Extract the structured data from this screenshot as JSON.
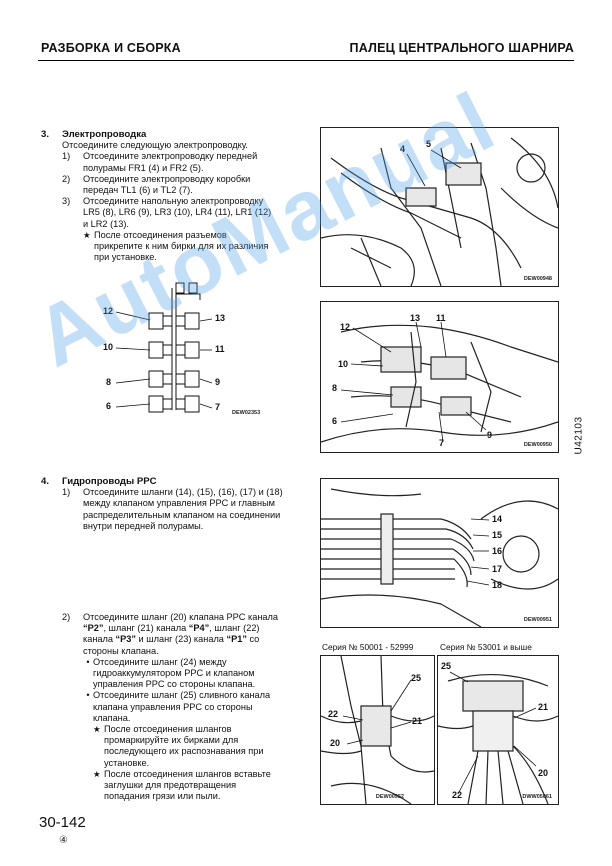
{
  "header": {
    "left": "РАЗБОРКА И СБОРКА",
    "right": "ПАЛЕЦ ЦЕНТРАЛЬНОГО ШАРНИРА"
  },
  "section3": {
    "number": "3.",
    "title": "Электропроводка",
    "intro": "Отсоедините следующую электропроводку.",
    "items": [
      {
        "num": "1)",
        "text": "Отсоедините электропроводку передней полурамы FR1 (4) и FR2 (5)."
      },
      {
        "num": "2)",
        "text": "Отсоедините электропроводку коробки передач TL1 (6) и TL2 (7)."
      },
      {
        "num": "3)",
        "text": "Отсоедините напольную электропроводку LR5 (8), LR6 (9), LR3 (10), LR4 (11), LR1 (12) и LR2 (13)."
      }
    ],
    "note": "После отсоединения разъемов прикрепите к ним бирки для их различия при установке."
  },
  "section4": {
    "number": "4.",
    "title": "Гидропроводы PPC",
    "item1": {
      "num": "1)",
      "text": "Отсоедините шланги (14), (15), (16), (17) и (18) между клапаном управления PPC и главным распределительным клапаном на соединении внутри передней полурамы."
    },
    "item2": {
      "num": "2)",
      "t1": "Отсоедините шланг (20) клапана PPC канала ",
      "p2": "“P2”",
      "t2": ", шланг (21) канала ",
      "p4": "“P4”",
      "t3": ", шланг (22) канала ",
      "p3": "“P3”",
      "t4": " и шланг (23) канала ",
      "p1": "“P1”",
      "t5": " со стороны клапана."
    },
    "bullets": [
      "Отсоедините шланг (24) между гидроаккумулятором PPC и клапаном управления PPC со стороны клапана.",
      "Отсоедините шланг (25) сливного канала клапана управления PPC со стороны клапана."
    ],
    "notes": [
      "После отсоединения шлангов промаркируйте их бирками для последующего их распознавания при установке.",
      "После отсоединения шлангов вставьте заглушки для предотвращения попадания грязи или пыли."
    ]
  },
  "figures": {
    "fig1": {
      "code": "DEW00948",
      "labels": [
        "4",
        "5"
      ]
    },
    "diagram": {
      "code": "DEW02353",
      "labels": [
        "12",
        "13",
        "10",
        "11",
        "8",
        "9",
        "6",
        "7"
      ]
    },
    "fig2": {
      "code": "DEW00950",
      "labels": [
        "12",
        "13",
        "11",
        "10",
        "8",
        "6",
        "7",
        "9"
      ]
    },
    "fig3": {
      "code": "DEW00951",
      "labels": [
        "14",
        "15",
        "16",
        "17",
        "18"
      ]
    },
    "fig4": {
      "series": "Серия № 50001 - 52999",
      "code": "DEW00952",
      "labels": [
        "25",
        "22",
        "21",
        "20"
      ]
    },
    "fig5": {
      "series": "Серия № 53001 и выше",
      "code": "DWW05061",
      "labels": [
        "25",
        "21",
        "20",
        "22"
      ]
    }
  },
  "side_code": "U42103",
  "footer": {
    "page": "30-142",
    "revision": "④"
  },
  "watermark": "AutoManual",
  "icons": {
    "note": "star-icon",
    "bullet": "bullet-dot"
  }
}
